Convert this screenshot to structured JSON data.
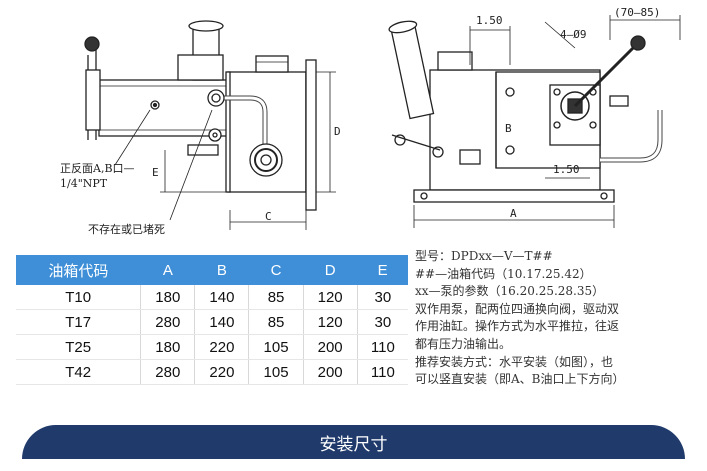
{
  "drawing": {
    "left_view": {
      "dim_c": "C",
      "dim_d": "D",
      "dim_e": "E",
      "callout_ports": [
        "正反面A,B口—",
        "1/4\"NPT"
      ],
      "callout_plugged": "不存在或已堵死"
    },
    "right_view": {
      "dim_150_top": "1.50",
      "dim_150_bottom": "1.50",
      "dim_holes": "4—Ø9",
      "dim_range": "(70—85)",
      "dim_a": "A",
      "dim_b": "B"
    }
  },
  "table": {
    "headers": [
      "油箱代码",
      "A",
      "B",
      "C",
      "D",
      "E"
    ],
    "rows": [
      [
        "T10",
        "180",
        "140",
        "85",
        "120",
        "30"
      ],
      [
        "T17",
        "280",
        "140",
        "85",
        "120",
        "30"
      ],
      [
        "T25",
        "180",
        "220",
        "105",
        "200",
        "110"
      ],
      [
        "T42",
        "280",
        "220",
        "105",
        "200",
        "110"
      ]
    ]
  },
  "description": {
    "lines": [
      "型号：DPDxx—V—T##",
      "##—油箱代码（10.17.25.42）",
      "xx—泵的参数（16.20.25.28.35）",
      "双作用泵，配两位四通换向阀，驱动双",
      "作用油缸。操作方式为水平推拉，往返",
      "都有压力油输出。",
      "推荐安装方式：水平安装（如图），也",
      "可以竖直安装（即A、B油口上下方向）"
    ]
  },
  "footer": {
    "title": "安装尺寸"
  },
  "colors": {
    "header": "#3e8fd8",
    "footer": "#1f3a6b"
  }
}
